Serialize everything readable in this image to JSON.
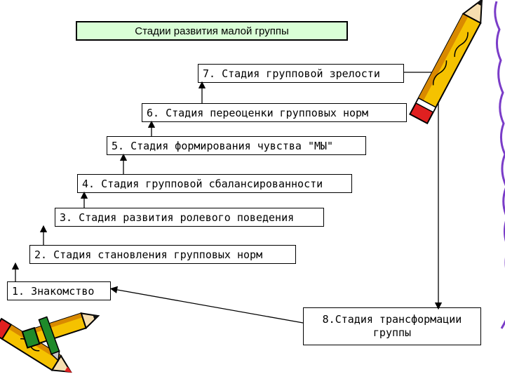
{
  "title": "Стадии развития малой группы",
  "stages": [
    {
      "num": "1.",
      "label": "1. Знакомство"
    },
    {
      "num": "2.",
      "label": "2. Стадия становления групповых норм"
    },
    {
      "num": "3.",
      "label": "3. Стадия развития ролевого поведения"
    },
    {
      "num": "4.",
      "label": "4. Стадия групповой сбалансированности"
    },
    {
      "num": "5.",
      "label": "5. Стадия формирования чувства \"МЫ\""
    },
    {
      "num": "6.",
      "label": "6. Стадия переоценки групповых норм"
    },
    {
      "num": "7.",
      "label": "7. Стадия групповой зрелости"
    }
  ],
  "stage8": {
    "line1": "8.Стадия трансформации",
    "line2": "группы"
  },
  "colors": {
    "title_bg": "#d9ffd6",
    "pencil_body": "#f5c200",
    "pencil_dark": "#d98a00",
    "eraser_red": "#e02020",
    "cap_green": "#1f8a2a",
    "border_purple": "#7a3cc8"
  }
}
